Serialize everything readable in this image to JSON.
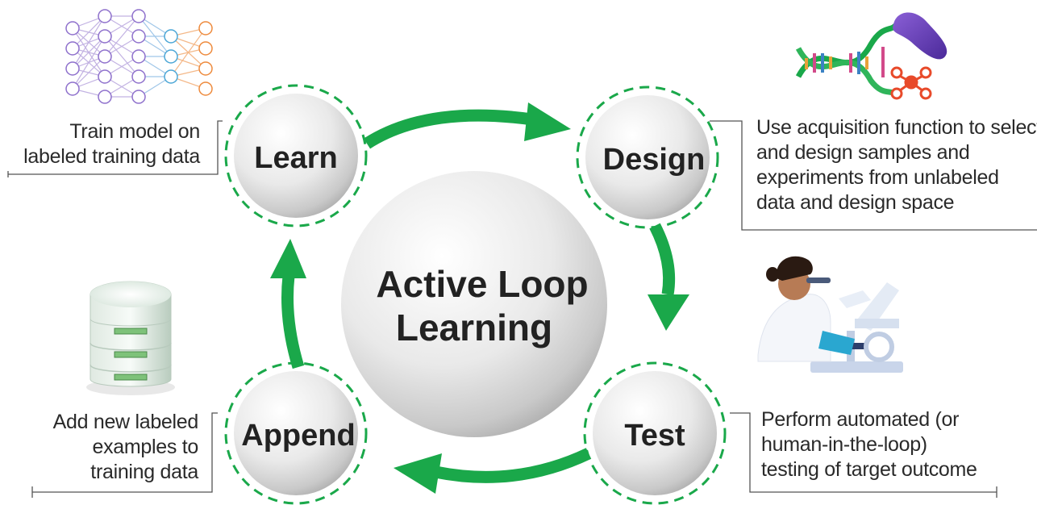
{
  "center": {
    "line1": "Active Loop",
    "line2": "Learning"
  },
  "nodes": {
    "learn": "Learn",
    "design": "Design",
    "test": "Test",
    "append": "Append"
  },
  "descriptions": {
    "learn": [
      "Train model on",
      "labeled training data"
    ],
    "design": [
      "Use acquisition function to select",
      "and design samples and",
      "experiments from unlabeled",
      "data and design space"
    ],
    "test": [
      "Perform automated (or",
      "human-in-the-loop)",
      "testing of target outcome"
    ],
    "append": [
      "Add new labeled",
      "examples to",
      "training data"
    ]
  },
  "icons": {
    "learn": "neural-network-icon",
    "design": "dna-bacteria-molecule-icon",
    "test": "scientist-microscope-icon",
    "append": "database-icon"
  },
  "colors": {
    "arrow": "#1aa84a",
    "dashed_ring": "#1aa84a",
    "text": "#222222",
    "connector": "#555555"
  }
}
